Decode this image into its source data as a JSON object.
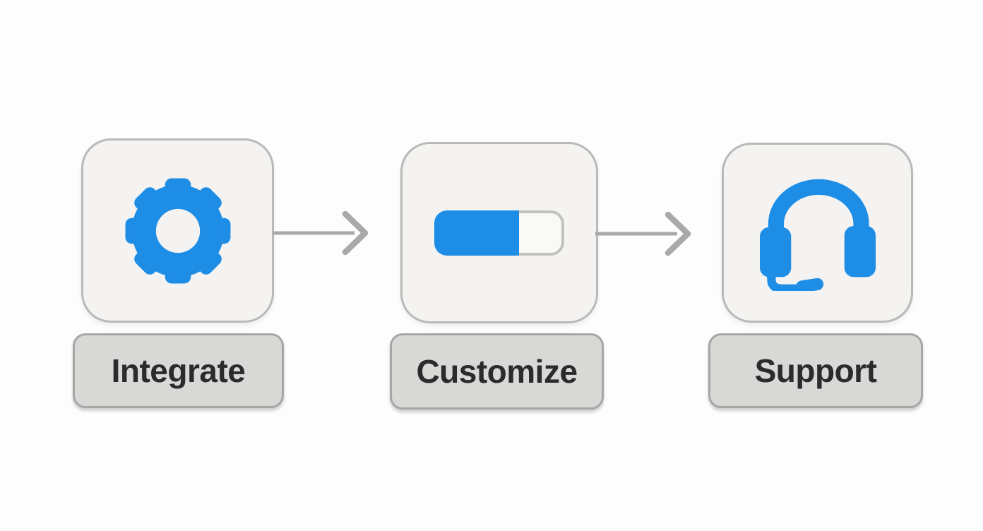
{
  "diagram": {
    "type": "horizontal-flow",
    "steps": [
      {
        "label": "Integrate",
        "icon": "gear-icon"
      },
      {
        "label": "Customize",
        "icon": "toggle-switch-icon",
        "toggle_fill_percent": 65
      },
      {
        "label": "Support",
        "icon": "headset-icon"
      }
    ],
    "connectors": [
      {
        "from": "Integrate",
        "to": "Customize",
        "type": "arrow-right"
      },
      {
        "from": "Customize",
        "to": "Support",
        "type": "arrow-right"
      }
    ],
    "colors": {
      "accent_blue": "#1e8de6",
      "tile_bg": "#f4f3f1",
      "tile_border": "#b9b9b7",
      "pill_bg": "#d8d8d6",
      "pill_border": "#a6a6a4",
      "label_text": "#2b2b2b",
      "arrow": "#a9a9a9",
      "page_bg": "#fdfdfd",
      "toggle_track_bg": "#f9f9f7",
      "toggle_track_border": "#c2c2c0"
    }
  }
}
